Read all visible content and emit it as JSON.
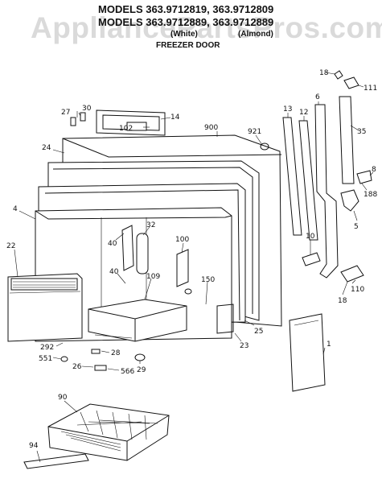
{
  "header": {
    "models_line1": "MODELS 363.9712819, 363.9712809",
    "models_line2": "MODELS 363.9712889, 363.9712889",
    "variant_white": "(White)",
    "variant_almond": "(Almond)",
    "section_title": "FREEZER DOOR"
  },
  "watermark": "AppliancePartsPros.com",
  "callouts": {
    "c18a": "18",
    "c111": "111",
    "c13": "13",
    "c12": "12",
    "c6": "6",
    "c35": "35",
    "c30": "30",
    "c27": "27",
    "c14": "14",
    "c102": "102",
    "c900": "900",
    "c921": "921",
    "c24": "24",
    "c8": "8",
    "c188": "188",
    "c5": "5",
    "c4": "4",
    "c40a": "40",
    "c32": "32",
    "c100": "100",
    "c22": "22",
    "c10": "10",
    "c40b": "40",
    "c109": "109",
    "c150": "150",
    "c110": "110",
    "c18b": "18",
    "c25": "25",
    "c23": "23",
    "c292": "292",
    "c551": "551",
    "c28": "28",
    "c26": "26",
    "c566": "566",
    "c29": "29",
    "c1": "1",
    "c90": "90",
    "c94": "94"
  }
}
